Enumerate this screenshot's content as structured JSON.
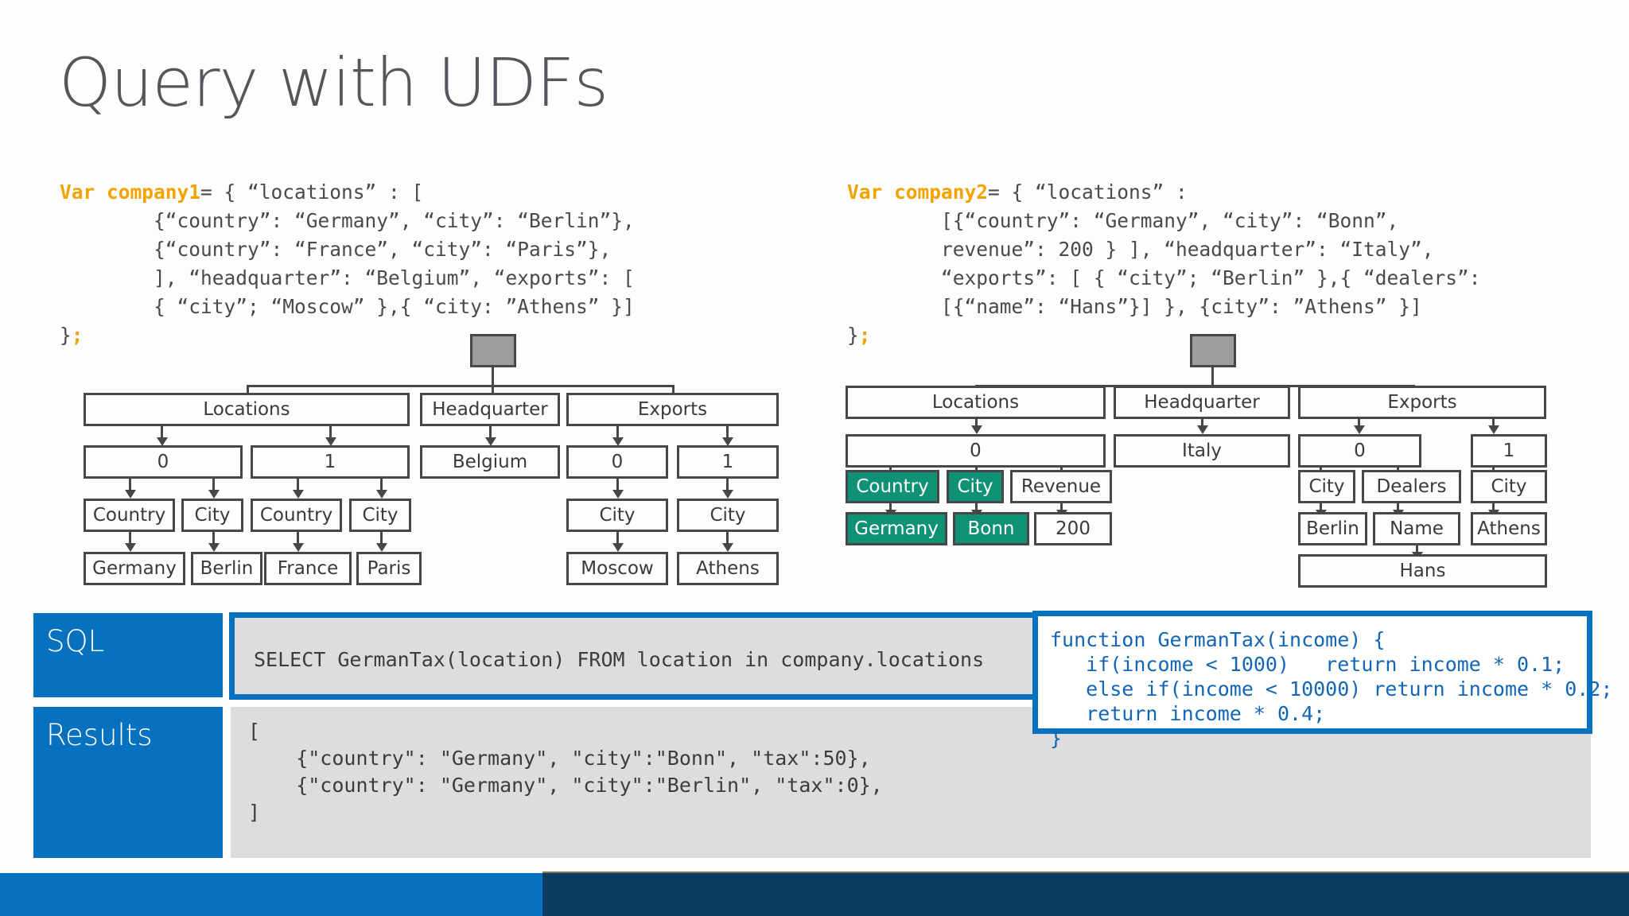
{
  "page_title": "Query with UDFs",
  "colors": {
    "accent_blue": "#0571bf",
    "footer_dark": "#0b3c61",
    "highlight_green": "#0e9175",
    "panel_gray": "#dddddd",
    "node_border": "#474747",
    "root_gray": "#9d9d9d",
    "keyword_orange": "#f2a300",
    "code_blue": "#1266b5"
  },
  "code_left": {
    "keyword": "Var company1",
    "lines": [
      "= { “locations” : [",
      "        {“country”: “Germany”, “city”: “Berlin”},",
      "        {“country”: “France”, “city”: “Paris”},",
      "        ], “headquarter”: “Belgium”, “exports”: [",
      "        { “city”; “Moscow” },{ “city: ”Athens” }]"
    ],
    "closer": "}",
    "closer_semi": ";"
  },
  "code_right": {
    "keyword": "Var company2",
    "lines": [
      "= { “locations” :",
      "        [{“country”: “Germany”, “city”: “Bonn”,",
      "        revenue”: 200 } ], “headquarter”: “Italy”,",
      "        “exports”: [ { “city”; “Berlin” },{ “dealers”:",
      "        [{“name”: “Hans”}] }, {city”: ”Athens” }]"
    ],
    "closer": "}",
    "closer_semi": ";"
  },
  "tree_left": {
    "root": "",
    "nodes": {
      "locations": "Locations",
      "headquarter": "Headquarter",
      "exports": "Exports",
      "loc0": "0",
      "loc1": "1",
      "belgium": "Belgium",
      "exp0": "0",
      "exp1": "1",
      "country0": "Country",
      "city0": "City",
      "country1": "Country",
      "city1": "City",
      "expcity0": "City",
      "expcity1": "City",
      "germany": "Germany",
      "berlin": "Berlin",
      "france": "France",
      "paris": "Paris",
      "moscow": "Moscow",
      "athens": "Athens"
    }
  },
  "tree_right": {
    "root": "",
    "nodes": {
      "locations": "Locations",
      "headquarter": "Headquarter",
      "exports": "Exports",
      "loc0": "0",
      "italy": "Italy",
      "exp0": "0",
      "exp1": "1",
      "country": "Country",
      "city": "City",
      "revenue": "Revenue",
      "germany": "Germany",
      "bonn": "Bonn",
      "rev200": "200",
      "expcity0": "City",
      "dealers": "Dealers",
      "expcity1": "City",
      "berlin": "Berlin",
      "name": "Name",
      "athens": "Athens",
      "hans": "Hans"
    }
  },
  "panels": {
    "sql_label": "SQL",
    "results_label": "Results",
    "sql_query": "SELECT GermanTax(location) FROM location in company.locations",
    "results_text": "[\n    {\"country\": \"Germany\", \"city\":\"Bonn\", \"tax\":50},\n    {\"country\": \"Germany\", \"city\":\"Berlin\", \"tax\":0},\n]",
    "function_code": "function GermanTax(income) {\n   if(income < 1000)   return income * 0.1;\n   else if(income < 10000) return income * 0.2;\n   return income * 0.4;\n}"
  }
}
